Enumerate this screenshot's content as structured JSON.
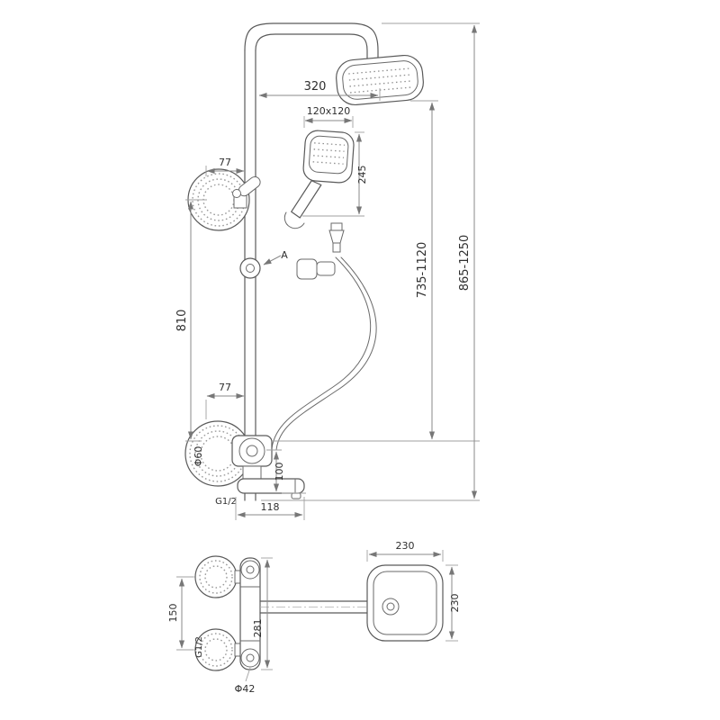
{
  "front_view": {
    "dims": {
      "arm_length": "320",
      "handshower_face": "120x120",
      "handshower_length": "245",
      "upper_flange_offset": "77",
      "slide_bar_length": "810",
      "riser_height_range": "735-1120",
      "overall_height_range": "865-1250",
      "lower_flange_offset": "77",
      "spout_drop": "100",
      "spout_length": "118"
    },
    "labels": {
      "section_marker": "A",
      "flange_diameter": "Φ60",
      "inlet_thread": "G1/2"
    }
  },
  "top_view": {
    "dims": {
      "head_width": "230",
      "head_depth": "230",
      "inlet_spacing": "150",
      "valve_body_length": "281"
    },
    "labels": {
      "inlet_thread": "G1/2",
      "handle_diameter": "Φ42"
    }
  }
}
